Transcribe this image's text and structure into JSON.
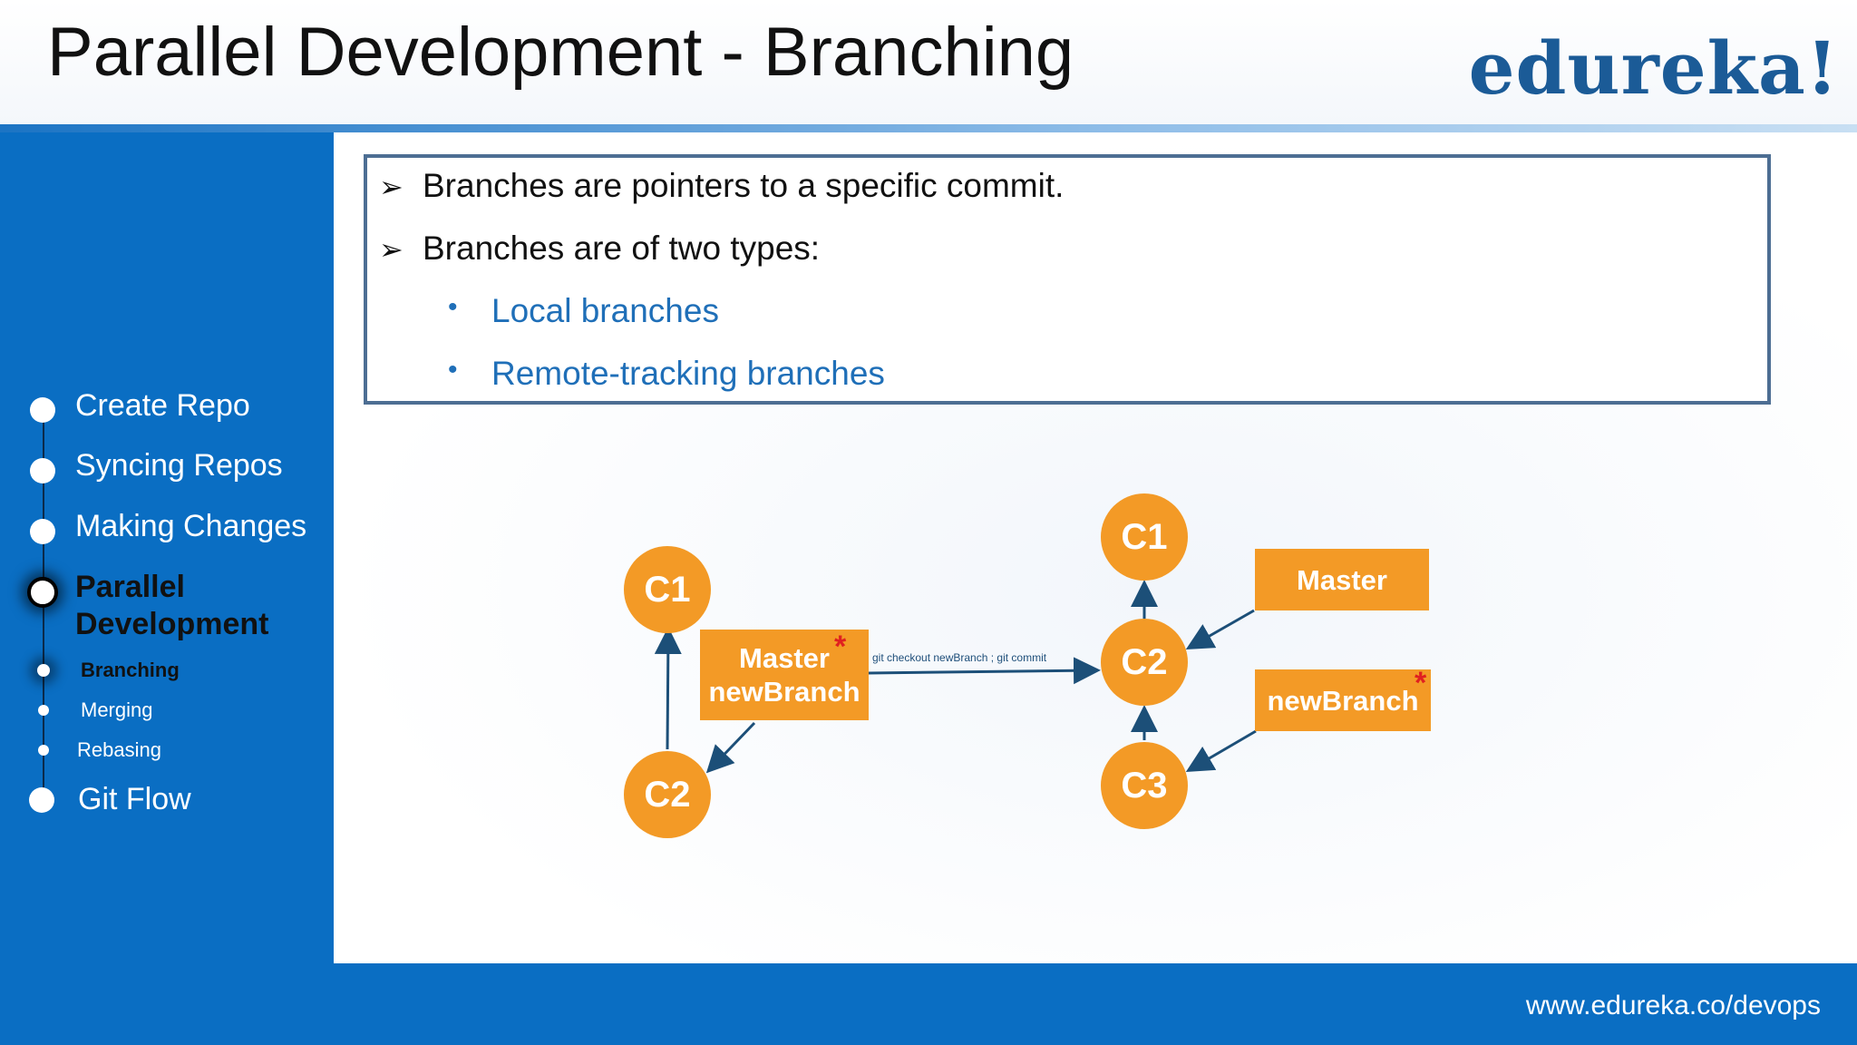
{
  "header": {
    "title": "Parallel Development - Branching",
    "logo": "edureka!"
  },
  "footer": {
    "url": "www.edureka.co/devops"
  },
  "sidebar": {
    "items": [
      {
        "label": "Create Repo"
      },
      {
        "label": "Syncing Repos"
      },
      {
        "label": "Making Changes"
      },
      {
        "label_line1": "Parallel",
        "label_line2": "Development"
      },
      {
        "label": "Branching"
      },
      {
        "label": "Merging"
      },
      {
        "label": "Rebasing"
      },
      {
        "label": "Git Flow"
      }
    ]
  },
  "content": {
    "bullets": [
      "Branches are pointers to a specific commit.",
      "Branches are of two types:"
    ],
    "sub_bullets": [
      "Local branches",
      "Remote-tracking branches"
    ],
    "bullet_glyph": "➢",
    "sub_glyph": "•"
  },
  "diagram": {
    "left": {
      "c1": "C1",
      "c2": "C2",
      "tag_line1": "Master",
      "tag_line2": "newBranch",
      "star": "*"
    },
    "command": "git checkout newBranch ; git commit",
    "right": {
      "c1": "C1",
      "c2": "C2",
      "c3": "C3",
      "master": "Master",
      "newbranch": "newBranch",
      "star": "*"
    },
    "colors": {
      "node": "#f39a26",
      "arrow": "#1c4f78",
      "star": "#e02020"
    }
  },
  "colors": {
    "sidebar": "#0a6ec3",
    "accent": "#1b5b97",
    "sub_bullet": "#1f6fb8"
  }
}
